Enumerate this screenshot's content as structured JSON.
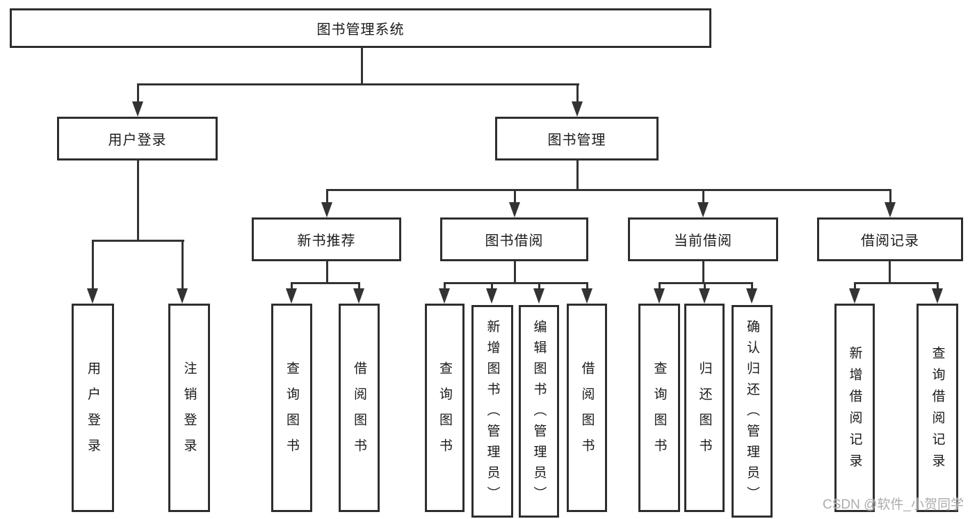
{
  "diagram": {
    "root": {
      "label": "图书管理系统"
    },
    "branches": [
      {
        "label": "用户登录",
        "children": [
          {
            "label": "用户登录"
          },
          {
            "label": "注销登录"
          }
        ]
      },
      {
        "label": "图书管理",
        "groups": [
          {
            "label": "新书推荐",
            "children": [
              {
                "label": "查询图书"
              },
              {
                "label": "借阅图书"
              }
            ]
          },
          {
            "label": "图书借阅",
            "children": [
              {
                "label": "查询图书"
              },
              {
                "label": "新增图书（管理员）"
              },
              {
                "label": "编辑图书（管理员）"
              },
              {
                "label": "借阅图书"
              }
            ]
          },
          {
            "label": "当前借阅",
            "children": [
              {
                "label": "查询图书"
              },
              {
                "label": "归还图书"
              },
              {
                "label": "确认归还（管理员）"
              }
            ]
          },
          {
            "label": "借阅记录",
            "children": [
              {
                "label": "新增借阅记录"
              },
              {
                "label": "查询借阅记录"
              }
            ]
          }
        ]
      }
    ]
  },
  "watermark": {
    "text": "CSDN @软件_小贺同学"
  },
  "colors": {
    "line": "#333333",
    "border": "#2e2e2e",
    "text": "#1a1a1a",
    "background": "#ffffff"
  }
}
